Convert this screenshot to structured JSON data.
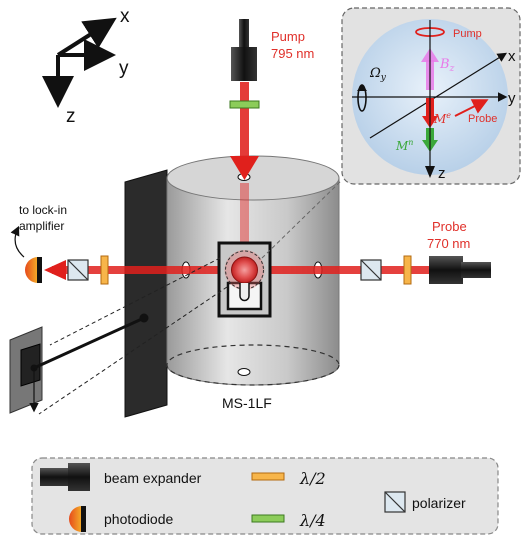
{
  "axes_main": {
    "x": "x",
    "y": "y",
    "z": "z"
  },
  "pump": {
    "name": "Pump",
    "wavelength": "795 nm"
  },
  "probe": {
    "name": "Probe",
    "wavelength": "770 nm"
  },
  "lockin": {
    "line1": "to lock-in",
    "line2": "amplifier"
  },
  "shield": {
    "name": "MS-1LF"
  },
  "inset": {
    "pump": "Pump",
    "probe": "Probe",
    "x": "x",
    "y": "y",
    "z": "z",
    "omega": "Ω",
    "omega_sub": "y",
    "b": "B",
    "b_sub": "z",
    "me": "M",
    "me_sup": "e",
    "mn": "M",
    "mn_sup": "n"
  },
  "legend": {
    "beam_expander": "beam expander",
    "photodiode": "photodiode",
    "half_wave": "λ/2",
    "quarter_wave": "λ/4",
    "polarizer": "polarizer"
  },
  "colors": {
    "beam": "#e0201c",
    "text_red": "#e0302a",
    "b_field": "#e879e8",
    "m_nuclear": "#3aa83a",
    "half_wave_plate": "#f5a623",
    "quarter_wave_plate": "#7fc24a"
  }
}
